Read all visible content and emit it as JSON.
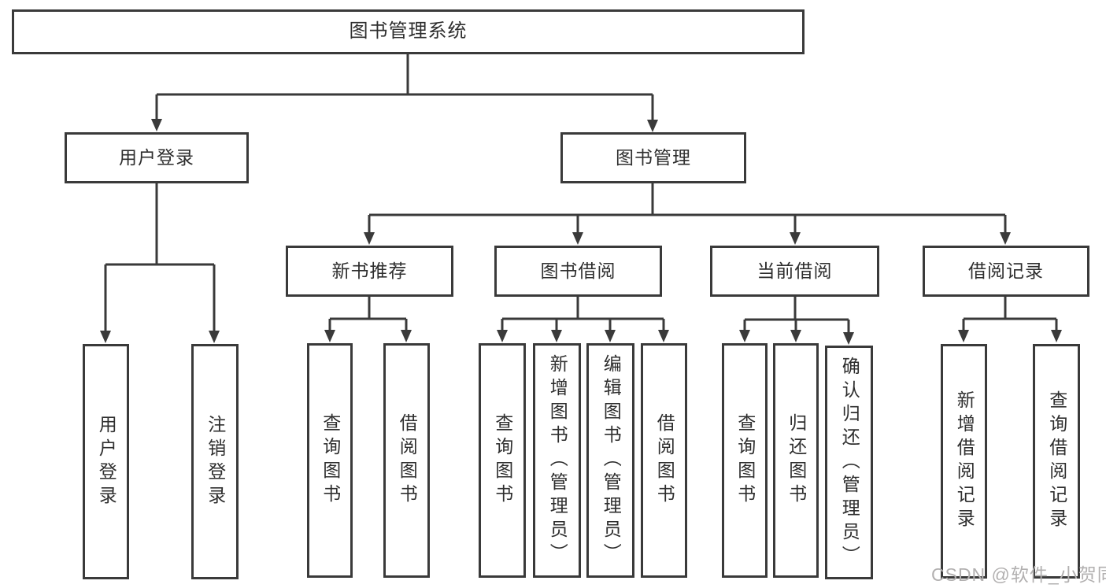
{
  "tree": {
    "root": "图书管理系统",
    "login": {
      "label": "用户登录",
      "children": [
        "用户登录",
        "注销登录"
      ]
    },
    "mgmt": {
      "label": "图书管理",
      "groups": [
        {
          "label": "新书推荐",
          "children": [
            "查询图书",
            "借阅图书"
          ]
        },
        {
          "label": "图书借阅",
          "children": [
            "查询图书",
            "新增图书（管理员）",
            "编辑图书（管理员）",
            "借阅图书"
          ]
        },
        {
          "label": "当前借阅",
          "children": [
            "查询图书",
            "归还图书",
            "确认归还（管理员）"
          ]
        },
        {
          "label": "借阅记录",
          "children": [
            "新增借阅记录",
            "查询借阅记录"
          ]
        }
      ]
    }
  },
  "watermark": "CSDN @软件_小贺同学",
  "colors": {
    "line": "#3a3a3a",
    "text": "#2e2e2e",
    "background": "#ffffff",
    "watermark": "#b2b0b0"
  }
}
